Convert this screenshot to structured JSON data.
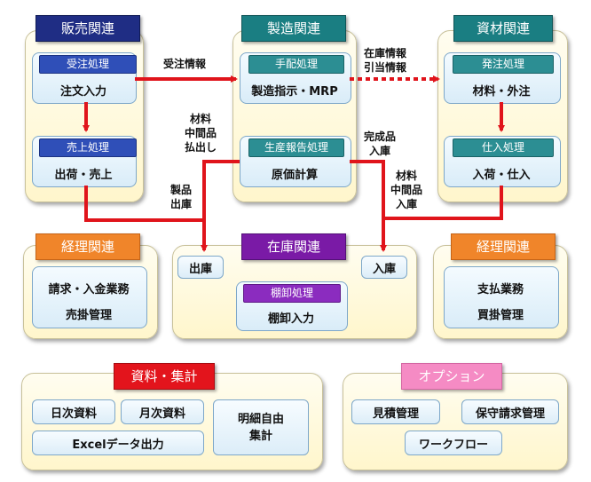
{
  "sales": {
    "title": "販売関連",
    "order": {
      "tag": "受注処理",
      "item": "注文入力"
    },
    "billing": {
      "tag": "売上処理",
      "item": "出荷・売上"
    }
  },
  "manufacturing": {
    "title": "製造関連",
    "arrange": {
      "tag": "手配処理",
      "item": "製造指示・MRP"
    },
    "report": {
      "tag": "生産報告処理",
      "item": "原価計算"
    }
  },
  "materials": {
    "title": "資材関連",
    "purchase_order": {
      "tag": "発注処理",
      "item": "材料・外注"
    },
    "receiving": {
      "tag": "仕入処理",
      "item": "入荷・仕入"
    }
  },
  "accounting_left": {
    "title": "経理関連",
    "items": [
      "請求・入金業務",
      "売掛管理"
    ]
  },
  "inventory": {
    "title": "在庫関連",
    "out": "出庫",
    "in": "入庫",
    "stocktake": {
      "tag": "棚卸処理",
      "item": "棚卸入力"
    }
  },
  "accounting_right": {
    "title": "経理関連",
    "items": [
      "支払業務",
      "買掛管理"
    ]
  },
  "reports": {
    "title": "資料・集計",
    "daily": "日次資料",
    "monthly": "月次資料",
    "excel": "Excelデータ出力",
    "detail": "明細自由\n集計"
  },
  "options": {
    "title": "オプション",
    "estimate": "見積管理",
    "maintenance": "保守請求管理",
    "workflow": "ワークフロー"
  },
  "flow_labels": {
    "order_info": "受注情報",
    "stock_info": "在庫情報\n引当情報",
    "material_out": "材料\n中間品\n払出し",
    "product_out": "製品\n出庫",
    "finished_in": "完成品\n入庫",
    "material_in": "材料\n中間品\n入庫"
  },
  "colors": {
    "arrow": "#e0141b",
    "sales_header": "#1f2d84",
    "manufacturing_header": "#1a7e82",
    "accounting_header": "#f0852a",
    "inventory_header": "#7a1aa6",
    "reports_header": "#e3141c",
    "options_header": "#f58bc4"
  }
}
